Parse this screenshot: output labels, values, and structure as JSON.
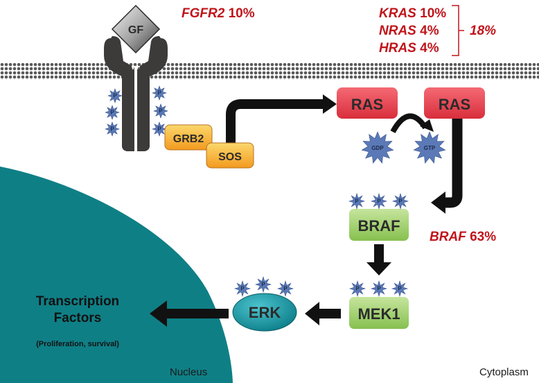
{
  "ligand": {
    "label": "GF"
  },
  "mutations": {
    "fgfr2": {
      "gene": "FGFR2",
      "pct": "10%"
    },
    "kras": {
      "gene": "KRAS",
      "pct": "10%"
    },
    "nras": {
      "gene": "NRAS",
      "pct": "4%"
    },
    "hras": {
      "gene": "HRAS",
      "pct": "4%"
    },
    "ras_total": "18%",
    "braf": {
      "gene": "BRAF",
      "pct": "63%"
    }
  },
  "proteins": {
    "grb2": "GRB2",
    "sos": "SOS",
    "ras_inactive": "RAS",
    "ras_active": "RAS",
    "gdp": "GDP",
    "gtp": "GTP",
    "braf": "BRAF",
    "mek1": "MEK1",
    "erk": "ERK"
  },
  "phospho_label": "P",
  "nucleus": {
    "title_line1": "Transcription",
    "title_line2": "Factors",
    "subtitle": "(Proliferation, survival)",
    "label": "Nucleus"
  },
  "cytoplasm_label": "Cytoplasm",
  "colors": {
    "mutation_text": "#c0151b",
    "nucleus": "#0f7f86",
    "ras": "#e8424f",
    "braf_mek": "#9fcf6a",
    "erk": "#1aa0ad",
    "grb2_sos": "#f7b233",
    "arrow": "#111111",
    "phospho_star": "#5a79b6"
  }
}
